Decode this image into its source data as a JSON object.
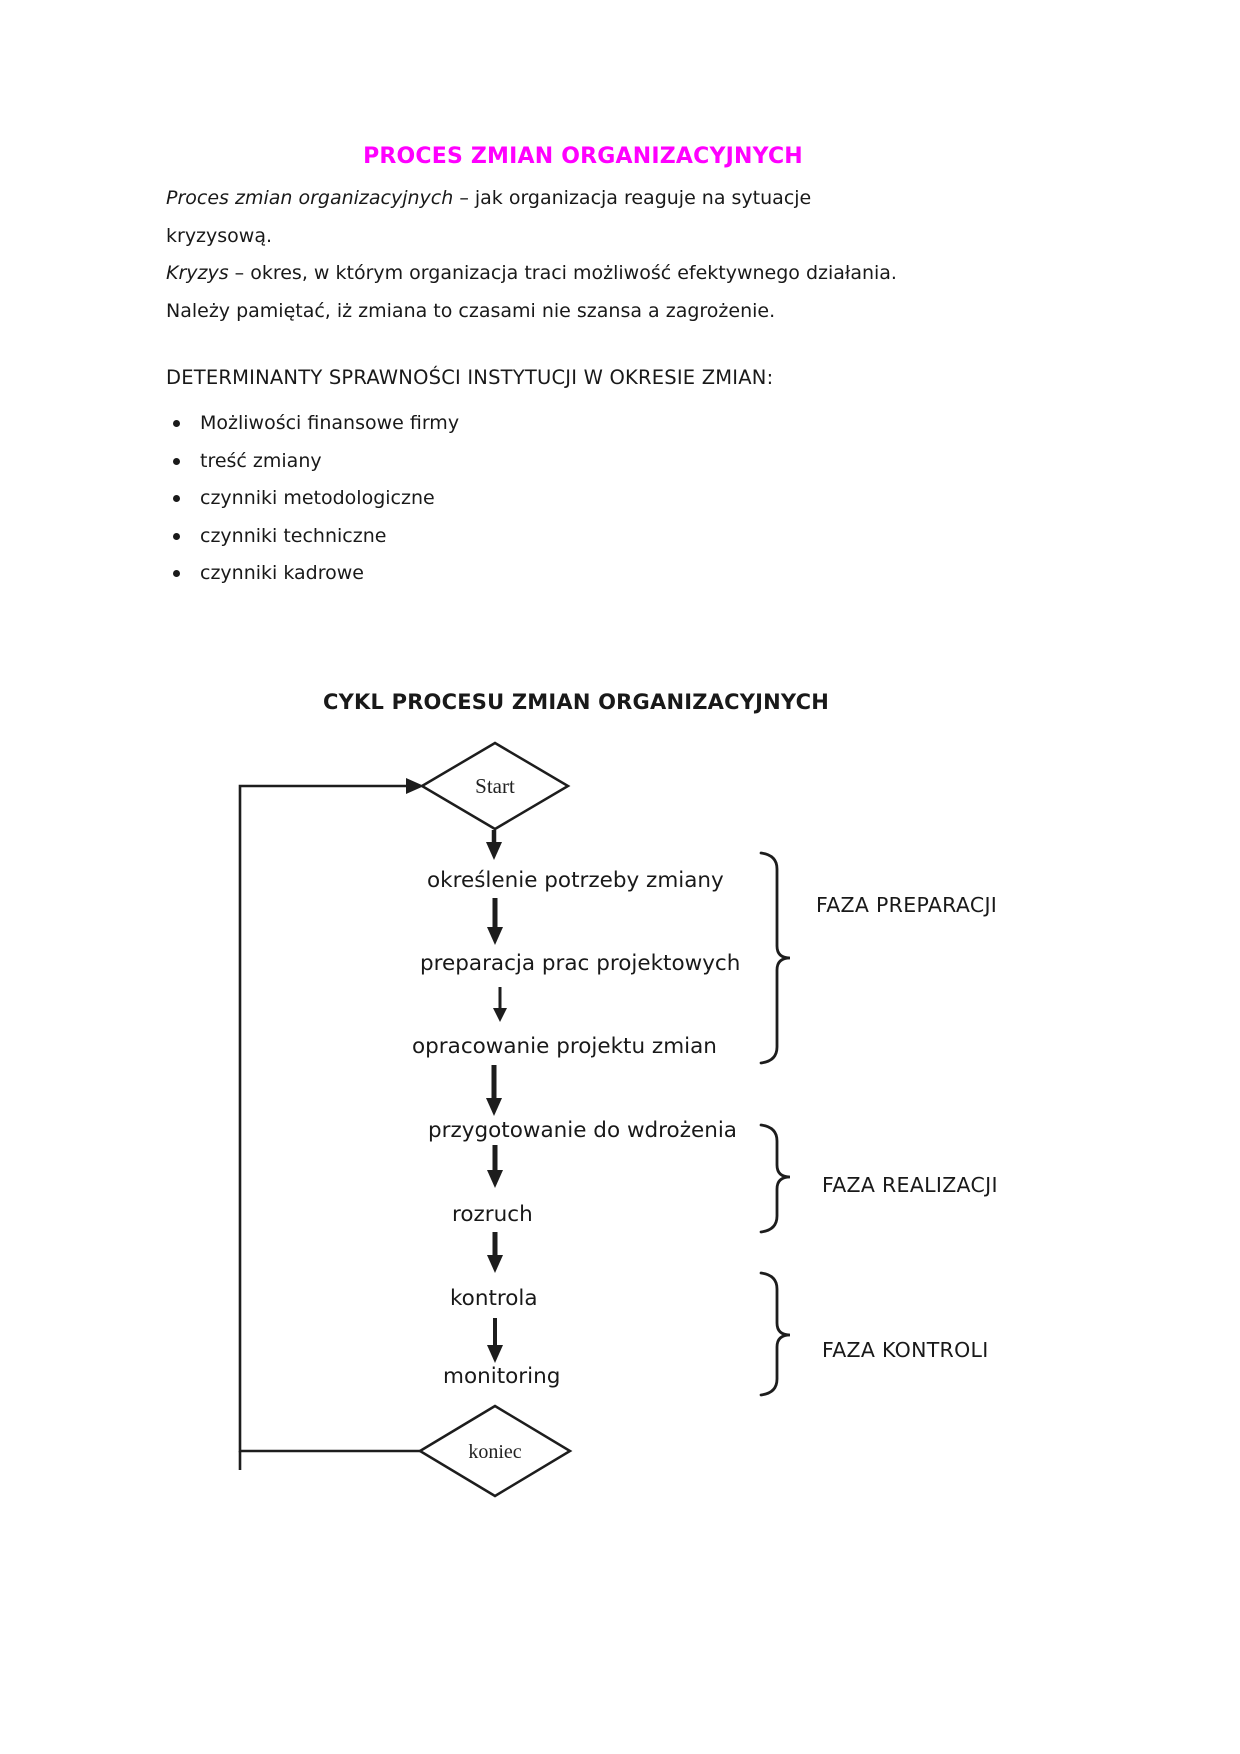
{
  "colors": {
    "title_accent": "#ff00ff",
    "text": "#191919"
  },
  "doc": {
    "title": "PROCES ZMIAN ORGANIZACYJNYCH"
  },
  "intro": {
    "p1_term": "Proces zmian organizacyjnych",
    "p1_rest": " – jak organizacja reaguje na sytuacje",
    "p1_line2": "kryzysową.",
    "p2_term": "Kryzys",
    "p2_rest": " – okres, w którym organizacja traci możliwość efektywnego działania.",
    "p3": "Należy pamiętać, iż zmiana to czasami nie szansa a zagrożenie."
  },
  "determinants": {
    "heading": "DETERMINANTY SPRAWNOŚCI INSTYTUCJI W OKRESIE ZMIAN:",
    "items": [
      "Możliwości finansowe firmy",
      "treść zmiany",
      "czynniki metodologiczne",
      "czynniki techniczne",
      "czynniki kadrowe"
    ]
  },
  "diagram": {
    "heading": "CYKL PROCESU ZMIAN ORGANIZACYJNYCH",
    "start_label": "Start",
    "end_label": "koniec",
    "steps": [
      "określenie potrzeby zmiany",
      "preparacja prac projektowych",
      "opracowanie projektu zmian",
      "przygotowanie do wdrożenia",
      "rozruch",
      "kontrola",
      "monitoring"
    ],
    "phases": [
      "FAZA PREPARACJI",
      "FAZA REALIZACJI",
      "FAZA KONTROLI"
    ]
  }
}
